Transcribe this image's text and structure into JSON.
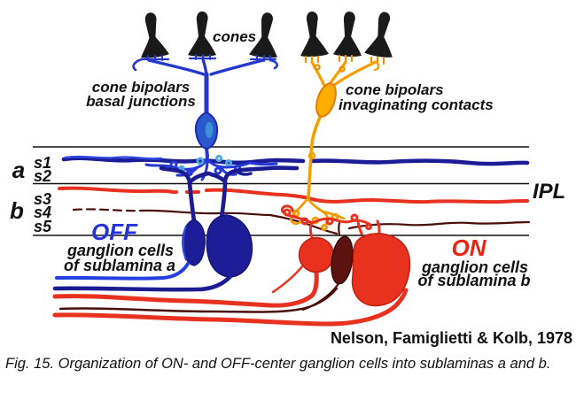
{
  "figure": {
    "attribution": "Nelson, Famiglietti & Kolb, 1978",
    "caption": "Fig. 15. Organization of ON- and OFF-center ganglion cells into sublaminas a and b."
  },
  "labels": {
    "cones": "cones",
    "left_bipolar": {
      "line1": "cone bipolars",
      "line2": "basal junctions"
    },
    "right_bipolar": {
      "line1": "cone bipolars",
      "line2": "invaginating contacts"
    },
    "ipl": "IPL",
    "sublamina_a": "a",
    "sublamina_b": "b",
    "strata": [
      "s1",
      "s2",
      "s3",
      "s4",
      "s5"
    ],
    "off": {
      "title": "OFF",
      "line1": "ganglion cells",
      "line2": "of sublamina a"
    },
    "on": {
      "title": "ON",
      "line1": "ganglion cells",
      "line2": "of sublamina b"
    }
  },
  "colors": {
    "off_blue": "#2233dd",
    "navy": "#1c1c96",
    "on_red": "#e8311f",
    "maroon": "#5c120e",
    "bipolar_orange": "#ffae00",
    "cone_black": "#1a1a1a",
    "line_black": "#111111"
  }
}
